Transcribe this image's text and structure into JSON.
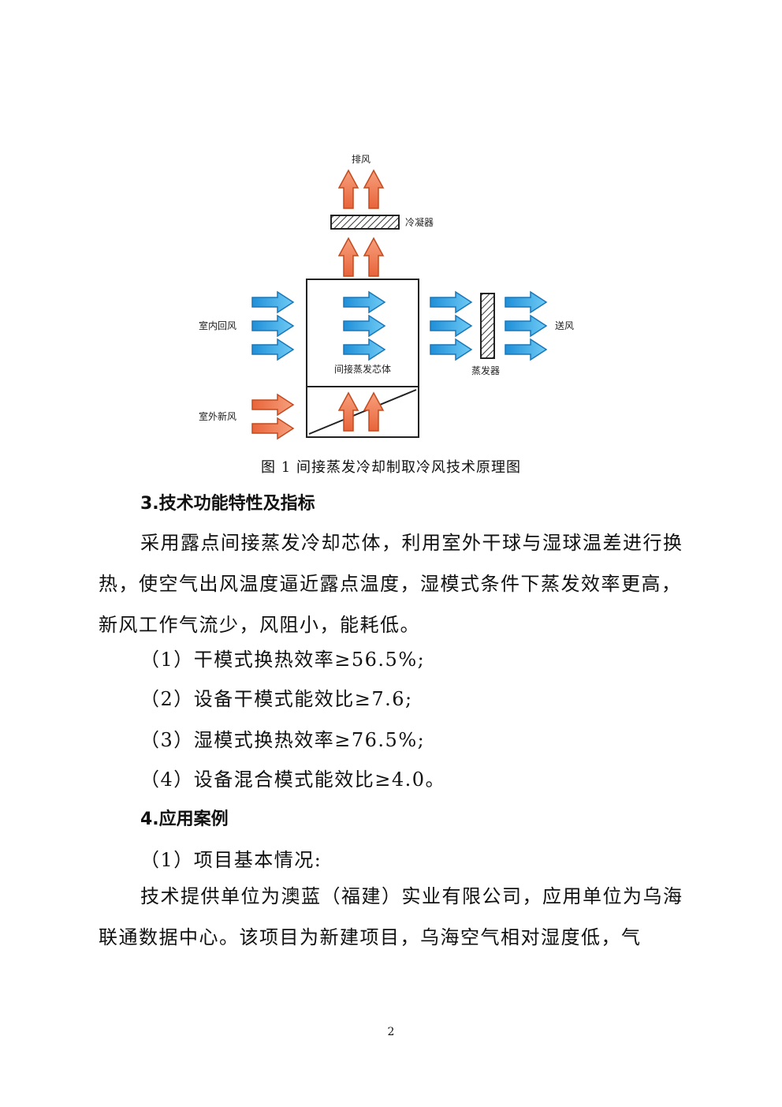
{
  "figure": {
    "labels": {
      "exhaust": "排风",
      "condenser": "冷凝器",
      "indoor_return": "室内回风",
      "outdoor_fresh": "室外新风",
      "core": "间接蒸发芯体",
      "evaporator": "蒸发器",
      "supply": "送风"
    },
    "caption": "图 1  间接蒸发冷却制取冷风技术原理图",
    "colors": {
      "hot_arrow": "#ef7a53",
      "cold_arrow": "#27a9e6"
    }
  },
  "sections": {
    "s3": {
      "heading": "3.技术功能特性及指标",
      "paragraph": "采用露点间接蒸发冷却芯体，利用室外干球与湿球温差进行换热，使空气出风温度逼近露点温度，湿模式条件下蒸发效率更高，新风工作气流少，风阻小，能耗低。",
      "items": [
        "（1）干模式换热效率≥56.5%;",
        "（2）设备干模式能效比≥7.6;",
        "（3）湿模式换热效率≥76.5%;",
        "（4）设备混合模式能效比≥4.0。"
      ]
    },
    "s4": {
      "heading": "4.应用案例",
      "sub": "（1）项目基本情况:",
      "paragraph": "技术提供单位为澳蓝（福建）实业有限公司，应用单位为乌海联通数据中心。该项目为新建项目，乌海空气相对湿度低，气"
    }
  },
  "page_number": "2"
}
